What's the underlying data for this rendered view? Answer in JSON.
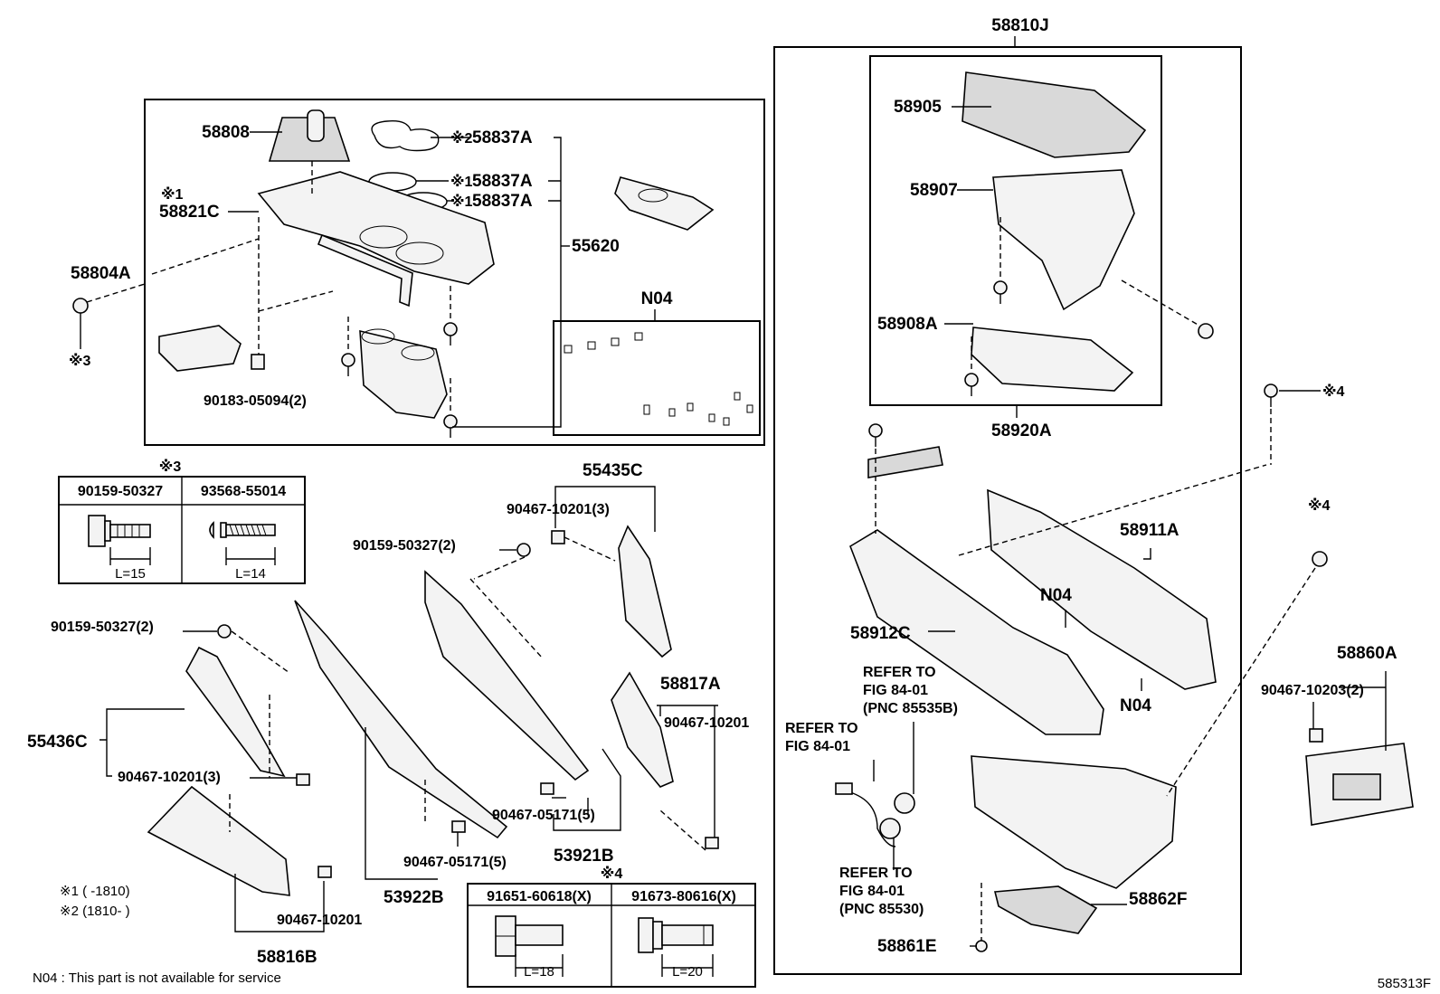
{
  "title": "",
  "parts": {
    "p58810J": "58810J",
    "p58808": "58808",
    "p58837A_2": "58837A",
    "p58837A_1a": "58837A",
    "p58837A_1b": "58837A",
    "p58821C": "58821C",
    "p58804A": "58804A",
    "p55620": "55620",
    "p90183": "90183-05094(2)",
    "p58905": "58905",
    "p58907": "58907",
    "p58908A": "58908A",
    "p58920A": "58920A",
    "p55435C": "55435C",
    "p90467_10201_3a": "90467-10201(3)",
    "p90159_2a": "90159-50327(2)",
    "p90159_2b": "90159-50327(2)",
    "p58911A": "58911A",
    "p58912C": "58912C",
    "p58817A": "58817A",
    "p90467_10201a": "90467-10201",
    "p58860A": "58860A",
    "p90467_10203": "90467-10203(2)",
    "p55436C": "55436C",
    "p90467_10201_3b": "90467-10201(3)",
    "p90467_05171a": "90467-05171(5)",
    "p90467_05171b": "90467-05171(5)",
    "p53921B": "53921B",
    "p53922B": "53922B",
    "p90467_10201b": "90467-10201",
    "p58816B": "58816B",
    "p58862F": "58862F",
    "p58861E": "58861E",
    "pN04a": "N04",
    "pN04b": "N04",
    "pN04c": "N04"
  },
  "marks": {
    "m1": "※1",
    "m2": "※2",
    "m1a": "※1",
    "m1b": "※1",
    "m3": "※3",
    "m3t": "※3",
    "m4a": "※4",
    "m4b": "※4",
    "m4t": "※4"
  },
  "refs": {
    "ref1_l1": "REFER TO",
    "ref1_l2": "FIG 84-01",
    "ref1_l3": "(PNC 85535B)",
    "ref2_l1": "REFER TO",
    "ref2_l2": "FIG 84-01",
    "ref3_l1": "REFER TO",
    "ref3_l2": "FIG 84-01",
    "ref3_l3": "(PNC 85530)"
  },
  "table3": {
    "col1": "90159-50327",
    "col2": "93568-55014",
    "len1": "L=15",
    "len2": "L=14"
  },
  "table4": {
    "col1": "91651-60618(X)",
    "col2": "91673-80616(X)",
    "len1": "L=18",
    "len2": "L=20"
  },
  "legend": {
    "l1": "※1 (      -1810)",
    "l2": "※2 (1810-      )"
  },
  "footnote": "N04 : This part is not available for service",
  "figure_code": "585313F"
}
